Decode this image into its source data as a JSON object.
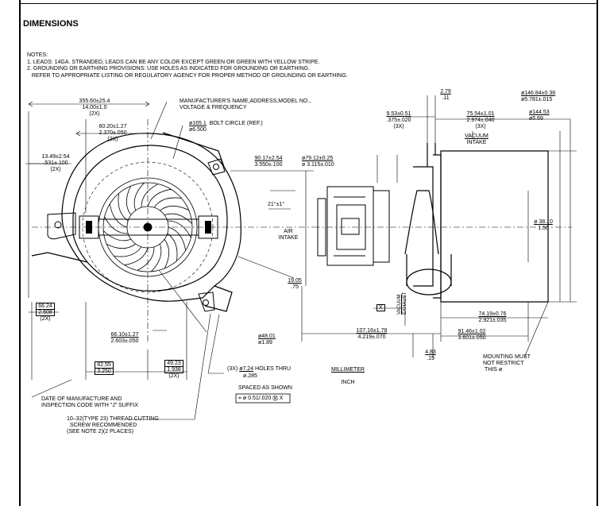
{
  "page": {
    "title": "DIMENSIONS",
    "notes": [
      "NOTES:",
      "1. LEADS: 14GA. STRANDED, LEADS CAN BE ANY COLOR EXCEPT GREEN OR GREEN WITH YELLOW STRIPE.",
      "2. GROUNDING OR EARTHING PROVISIONS: USE HOLES AS INDICATED FOR GROUNDING OR EARTHING.",
      "   REFER TO APPROPRIATE LISTING OR REGULATORY AGENCY FOR PROPER METHOD OF GROUNDING OR EARTHING."
    ]
  },
  "labels": {
    "d_355_mm": "355.60±25.4",
    "d_355_in": "14.00±1.0",
    "d_355_q": "(2X)",
    "d_60_mm": "60.20±1.27",
    "d_60_in": "2.370±.050",
    "d_60_q": "(2X)",
    "d_13_mm": "13.49±2.54",
    "d_13_in": ".531±.100",
    "d_13_q": "(2X)",
    "mfr_1": "MANUFACTURER'S NAME,ADDRESS,MODEL NO.,",
    "mfr_2": "VOLTAGE & FREQUENCY",
    "bc_mm": "ø165.1",
    "bc_in": "ø6.500",
    "bc_txt": "BOLT CIRCLE (REF.)",
    "d_90_mm": "90.17±2.54",
    "d_90_in": "3.550±.100",
    "d_79_mm": "ø79.12±0.25",
    "d_79_in": "ø 3.115±.010",
    "angle": "21°±1°",
    "air_1": "AIR",
    "air_2": "INTAKE",
    "d_19_mm": "19.05",
    "d_19_in": ".75",
    "d_66_mm": "66.24",
    "d_66_in": "2.608",
    "d_66_q": "(2X)",
    "d_66b_mm": "66.10±1.27",
    "d_66b_in": "2.603±.050",
    "d_48_mm": "ø48.01",
    "d_48_in": "ø1.89",
    "d_82_mm": "82.55",
    "d_82_in": "3.250",
    "d_49_mm": "49.23",
    "d_49_in": "1.938",
    "d_49_q": "(2X)",
    "holes_q": "(3X)",
    "holes_mm": "ø7.24",
    "holes_in": "ø.285",
    "holes_txt": "HOLES THRU",
    "spaced": "SPACED AS SHOWN",
    "fcf": "⌖ ø 0.51/.020 Ⓜ X",
    "unit_mm": "MILLIMETER",
    "unit_in": "INCH",
    "date_1": "DATE OF MANUFACTURE AND",
    "date_2": "INSPECTION CODE WITH \"J\" SUFFIX",
    "screw_1": "10–32(TYPE 23) THREAD CUTTING",
    "screw_2": "SCREW RECOMMENDED",
    "screw_3": "(SEE NOTE 2)(2 PLACES)",
    "d_279_mm": "2.79",
    "d_279_in": ".11",
    "d_953_mm": "9.53±0.51",
    "d_953_in": ".375±.020",
    "d_953_q": "(3X)",
    "d_75_mm": "75.54±1.01",
    "d_75_in": "2.974±.040",
    "d_75_q": "(3X)",
    "d_146_mm": "ø146.84±0.38",
    "d_146_in": "ø5.781±.015",
    "d_144_mm": "ø144.53",
    "d_144_in": "ø5.69",
    "vac_1": "VACUUM",
    "vac_2": "INTAKE",
    "d_38_mm": "ø 38.10",
    "d_38_in": "1.50",
    "datum_x": "X",
    "vex_1": "VACUUM",
    "vex_2": "EXHAUST",
    "d_74_mm": "74.19±0.76",
    "d_74_in": "2.921±.035",
    "d_107_mm": "107.16±1.78",
    "d_107_in": "4.219±.070",
    "d_91_mm": "91.46±1.02",
    "d_91_in": "3.601±.050",
    "d_483_mm": "4.83",
    "d_483_in": ".19",
    "mount_1": "MOUNTING MUST",
    "mount_2": "NOT RESTRICT",
    "mount_3": "THIS ø"
  }
}
